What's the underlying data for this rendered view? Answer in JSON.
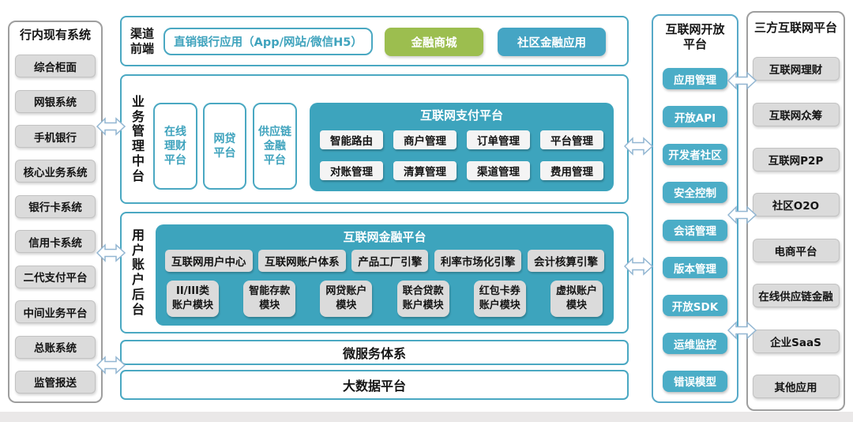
{
  "left_panel": {
    "title": "行内现有系统",
    "items": [
      "综合柜面",
      "网银系统",
      "手机银行",
      "核心业务系统",
      "银行卡系统",
      "信用卡系统",
      "二代支付平台",
      "中间业务平台",
      "总账系统",
      "监管报送"
    ]
  },
  "channel": {
    "label": "渠道\n前端",
    "direct_bank": "直销银行应用（App/网站/微信H5）",
    "mall": "金融商城",
    "community": "社区金融应用"
  },
  "business": {
    "label": "业\n务\n管\n理\n中\n台",
    "vertical_boxes": [
      "在线\n理财\n平台",
      "网贷\n平台",
      "供应链\n金融\n平台"
    ],
    "payment": {
      "title": "互联网支付平台",
      "cells": [
        "智能路由",
        "商户管理",
        "订单管理",
        "平台管理",
        "对账管理",
        "清算管理",
        "渠道管理",
        "费用管理"
      ]
    }
  },
  "user_account": {
    "label": "用\n户\n账\n户\n后\n台",
    "finance": {
      "title": "互联网金融平台",
      "row1": [
        "互联网用户中心",
        "互联网账户体系",
        "产品工厂引擎",
        "利率市场化引擎",
        "会计核算引擎"
      ],
      "row2": [
        "II/III类\n账户模块",
        "智能存款\n模块",
        "网贷账户\n模块",
        "联合贷款\n账户模块",
        "红包卡券\n账户模块",
        "虚拟账户\n模块"
      ]
    }
  },
  "microservice_bar": "微服务体系",
  "bigdata_bar": "大数据平台",
  "open_platform": {
    "title": "互联网开放\n平台",
    "items": [
      "应用管理",
      "开放API",
      "开发者社区",
      "安全控制",
      "会话管理",
      "版本管理",
      "开放SDK",
      "运维监控",
      "错误模型"
    ]
  },
  "third_party": {
    "title": "三方互联网平台",
    "items": [
      "互联网理财",
      "互联网众筹",
      "互联网P2P",
      "社区O2O",
      "电商平台",
      "在线供应链金融",
      "企业SaaS",
      "其他应用"
    ]
  },
  "icons": {
    "connector": "double-arrow-icon"
  },
  "colors": {
    "teal_fill": "#3da4bd",
    "teal_button": "#4badc7",
    "teal_border": "#4aa8c2",
    "green": "#9cbe4f",
    "gray_item": "#dbdbdb",
    "panel_border": "#9e9e9e",
    "arrow_stroke": "#92b6d2"
  }
}
